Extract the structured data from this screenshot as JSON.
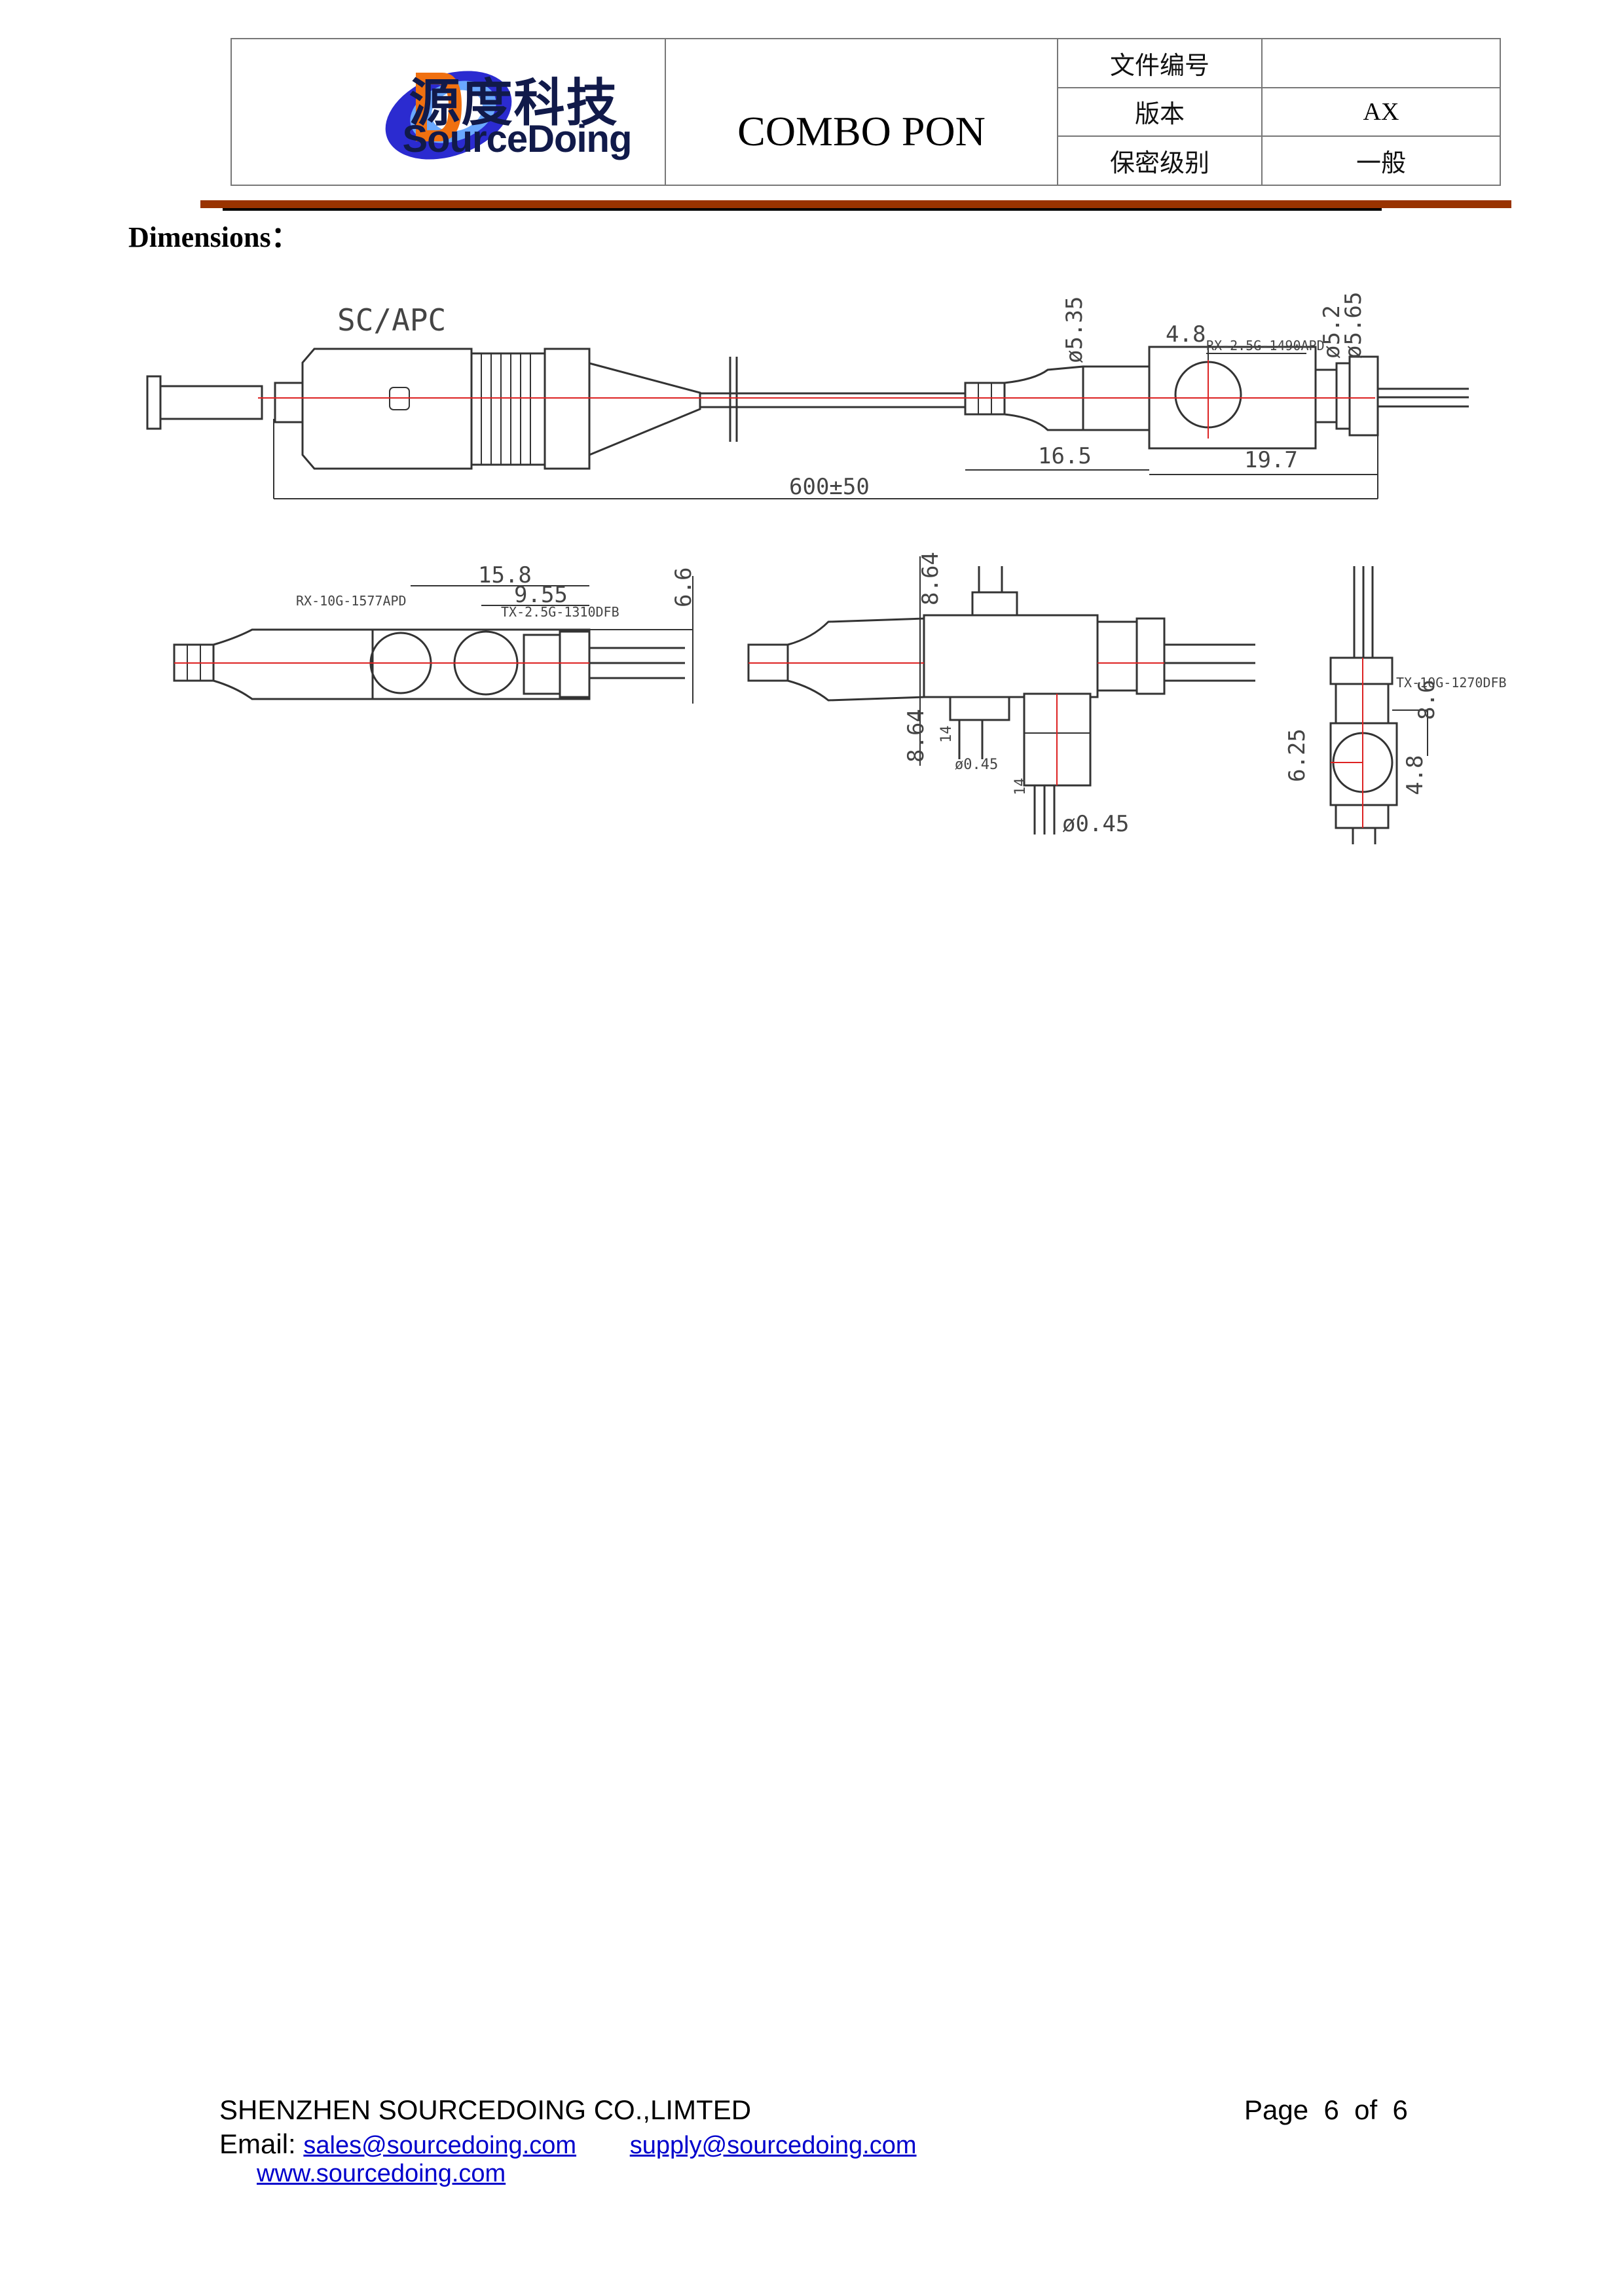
{
  "header": {
    "logo": {
      "chinese": "源度科技",
      "english": "SourceDoing",
      "brand_colors": [
        "#2b2bd0",
        "#f07010",
        "#111a4a"
      ]
    },
    "title": "COMBO PON",
    "fields": [
      {
        "label": "文件编号",
        "value": ""
      },
      {
        "label": "版本",
        "value": "AX"
      },
      {
        "label": "保密级别",
        "value": "一般"
      }
    ]
  },
  "accent_color": "#993300",
  "section_title": "Dimensions：",
  "drawings": {
    "top": {
      "connector": "SC/APC",
      "dims": {
        "d535": "ø5.35",
        "d48": "4.8",
        "rx": "RX-2.5G-1490APD",
        "d52": "ø5.2",
        "d565": "ø5.65",
        "d165": "16.5",
        "d197": "19.7",
        "total": "600±50"
      }
    },
    "left": {
      "d158": "15.8",
      "d955": "9.55",
      "rx": "RX-10G-1577APD",
      "tx": "TX-2.5G-1310DFB",
      "d66": "6.6"
    },
    "middle": {
      "top864": "8.64",
      "bot864": "8.64",
      "l14a": "14",
      "d045a": "ø0.45",
      "l14b": "14",
      "d045b": "ø0.45"
    },
    "right": {
      "tx": "TX-10G-1270DFB",
      "d86": "8.6",
      "d625": "6.25",
      "d48": "4.8"
    }
  },
  "footer": {
    "company": "SHENZHEN SOURCEDOING CO.,LIMTED",
    "page_label": "Page",
    "page": "6",
    "of_label": "of",
    "total": "6",
    "email_label": "Email:",
    "email1": "sales@sourcedoing.com",
    "email2": "supply@sourcedoing.com",
    "website": "www.sourcedoing.com"
  }
}
